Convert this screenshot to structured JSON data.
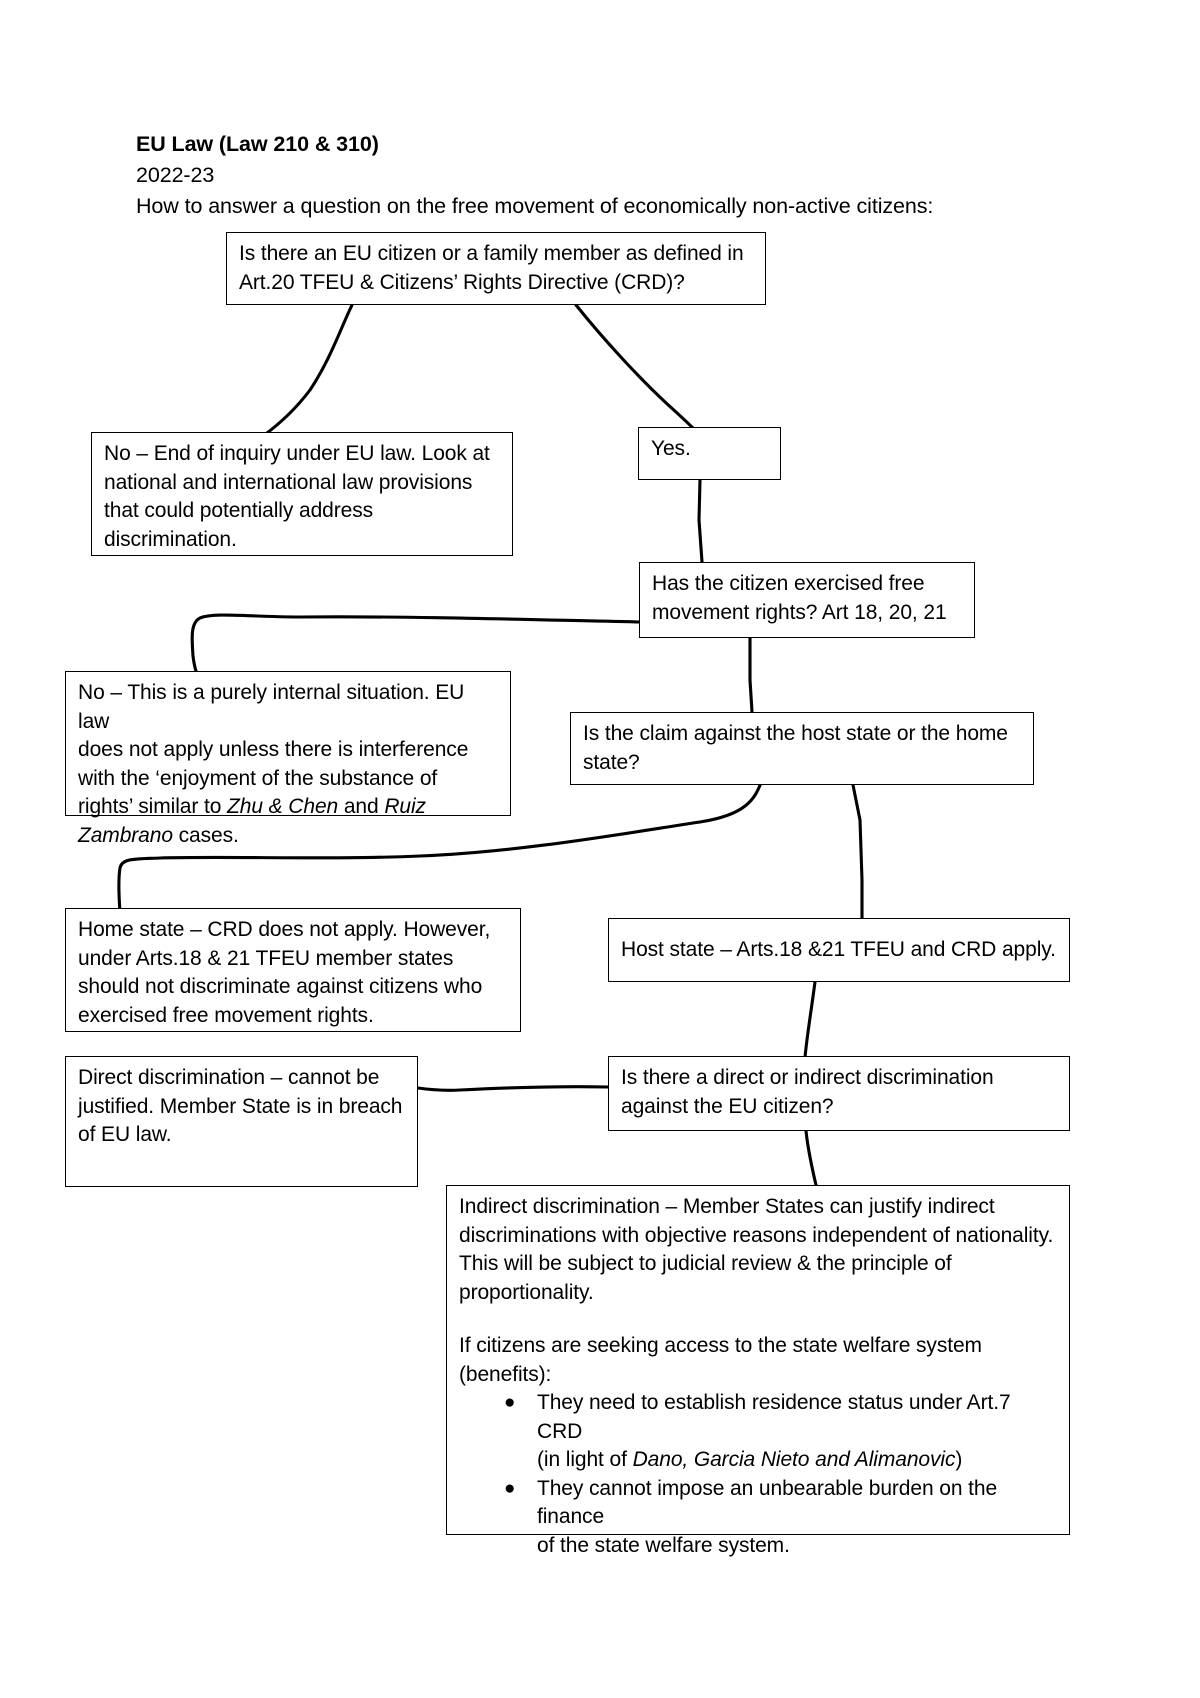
{
  "document": {
    "title_line1": "EU Law (Law 210 & 310)",
    "title_line2": "2022-23",
    "title_line3": "How to answer a question on the free movement of economically non-active citizens:"
  },
  "flowchart": {
    "nodes": {
      "q_citizen": {
        "label": "Is there an EU citizen or a family member as defined in Art.20 TFEU & Citizens’ Rights Directive (CRD)?",
        "line1": "Is there an EU citizen or a family member as defined in",
        "line2": "Art.20 TFEU & Citizens’ Rights Directive (CRD)?"
      },
      "no_end_inquiry": {
        "label": "No – End of inquiry under EU law. Look at national and international law provisions that could potentially address discrimination.",
        "line1": "No – End of inquiry under EU law. Look at",
        "line2": "national and international law provisions",
        "line3": "that could potentially address",
        "line4": "discrimination."
      },
      "yes": {
        "label": "Yes."
      },
      "q_free_movement": {
        "label": "Has the citizen exercised free movement rights? Art 18, 20, 21",
        "line1": "Has the citizen exercised free",
        "line2": "movement rights? Art 18, 20, 21"
      },
      "no_internal": {
        "line1": "No – This is a purely internal situation. EU law",
        "line2": "does not apply unless there is interference",
        "line3": "with the ‘enjoyment of the substance of",
        "line4_pre": "rights’ similar to ",
        "line4_case1": "Zhu & Chen",
        "line4_mid": " and ",
        "line4_case2": "Ruiz",
        "line5_case": "Zambrano",
        "line5_post": " cases."
      },
      "q_host_or_home": {
        "label": "Is the claim against the host state or the home state?",
        "line1": "Is the claim against the host state or the home",
        "line2": "state?"
      },
      "home_state": {
        "label": "Home state – CRD does not apply. However, under Arts.18 & 21 TFEU member states should not discriminate against citizens who exercised free movement rights.",
        "line1": "Home state – CRD does not apply. However,",
        "line2": "under Arts.18 & 21 TFEU member states",
        "line3": "should not discriminate against citizens who",
        "line4": "exercised free movement rights."
      },
      "host_state": {
        "label": "Host state – Arts.18 &21 TFEU and CRD apply."
      },
      "q_direct_indirect": {
        "label": "Is there a direct or indirect discrimination against the EU citizen?",
        "line1": "Is there a direct or indirect discrimination",
        "line2": "against the EU citizen?"
      },
      "direct_discrimination": {
        "label": "Direct discrimination – cannot be justified. Member State is in breach of EU law.",
        "line1": "Direct discrimination – cannot be",
        "line2": "justified. Member State is in breach",
        "line3": "of EU law."
      },
      "indirect_discrimination": {
        "line1": "Indirect discrimination – Member States can justify indirect",
        "line2": "discriminations with objective reasons independent of nationality.",
        "line3": "This will be subject to judicial review & the principle of",
        "line4": "proportionality.",
        "line5": "If citizens are seeking access to the state welfare system",
        "line6": "(benefits):",
        "bullets": [
          {
            "line1": "They need to establish residence status under Art.7 CRD",
            "line2_pre": "(in light of ",
            "line2_cases": "Dano, Garcia Nieto and Alimanovic",
            "line2_post": ")"
          },
          {
            "line1": "They cannot impose an unbearable burden on the finance",
            "line2": "of the state welfare system."
          }
        ]
      }
    }
  },
  "colors": {
    "ink": "#000000",
    "paper": "#ffffff"
  }
}
